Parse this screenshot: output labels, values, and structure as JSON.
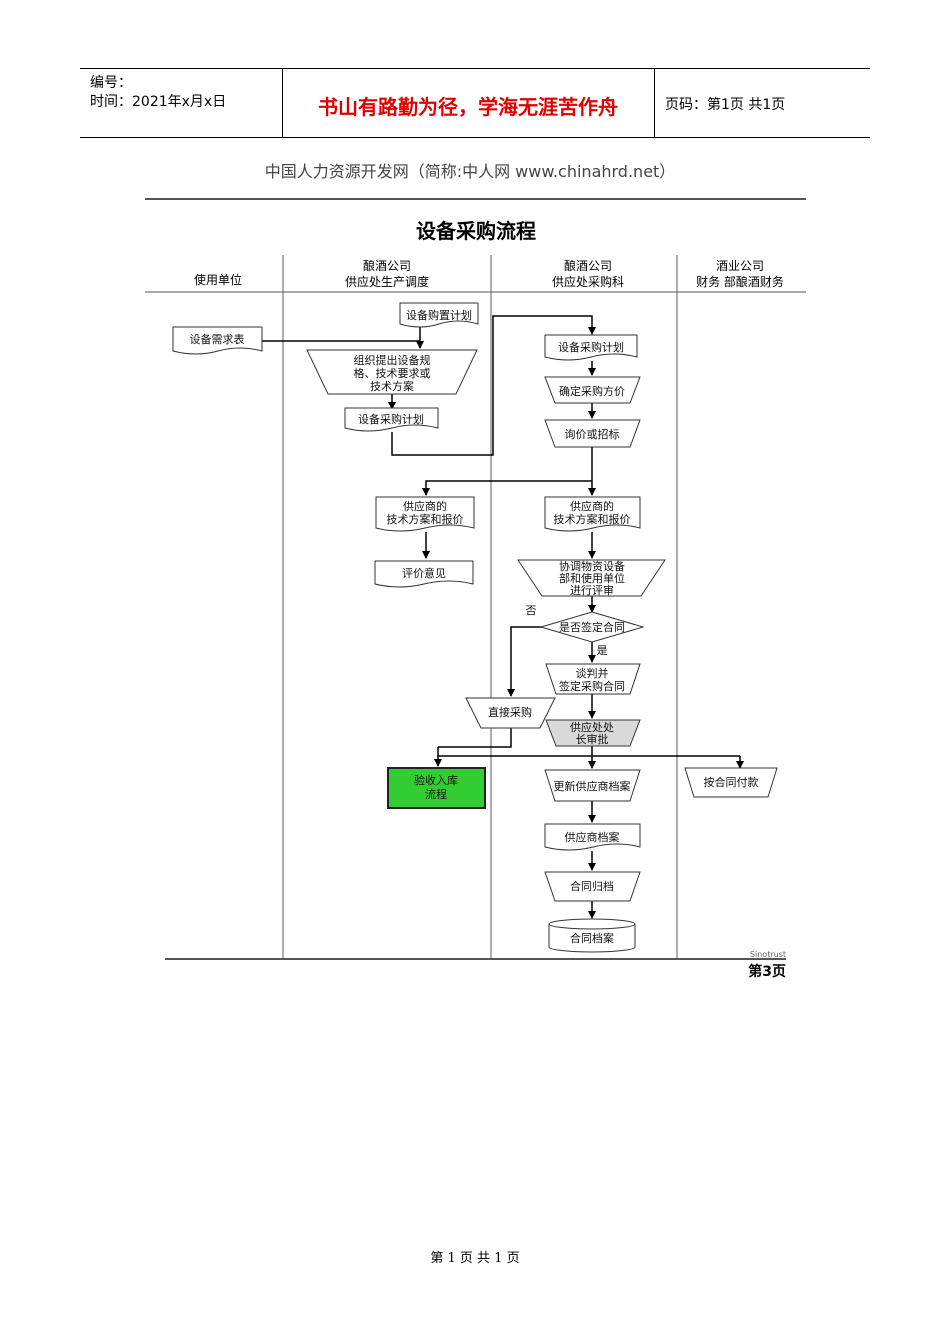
{
  "header": {
    "number_label": "编号：",
    "time_label": "时间：2021年x月x日",
    "motto": "书山有路勤为径，学海无涯苦作舟",
    "page_label": "页码：第1页  共1页"
  },
  "figure": {
    "site": "中国人力资源开发网（简称:中人网 www.chinahrd.net）",
    "title": "设备采购流程",
    "lanes": [
      {
        "line1": "",
        "line2": "使用单位"
      },
      {
        "line1": "酿酒公司",
        "line2": "供应处生产调度"
      },
      {
        "line1": "酿酒公司",
        "line2": "供应处采购科"
      },
      {
        "line1": "酒业公司",
        "line2": "财务 部酿酒财务"
      }
    ],
    "nodes": {
      "purchase_plan_top": "设备购置计划",
      "demand_table": "设备需求表",
      "spec_l1": "组织提出设备规",
      "spec_l2": "格、技术要求或",
      "spec_l3": "技术方案",
      "purchase_plan_left": "设备采购计划",
      "purchase_plan_right": "设备采购计划",
      "confirm_method": "确定采购方价",
      "inquiry": "询价或招标",
      "supplier_left_l1": "供应商的",
      "supplier_left_l2": "技术方案和报价",
      "opinion": "评价意见",
      "supplier_right_l1": "供应商的",
      "supplier_right_l2": "技术方案和报价",
      "coord_l1": "协调物资设备",
      "coord_l2": "部和使用单位",
      "coord_l3": "进行评审",
      "decision": "是否签定合同",
      "no_label": "否",
      "yes_label": "是",
      "negotiate_l1": "谈判并",
      "negotiate_l2": "签定采购合同",
      "direct_purchase": "直接采购",
      "approve_l1": "供应处处",
      "approve_l2": "长审批",
      "acceptance_l1": "验收入库",
      "acceptance_l2": "流程",
      "update_supplier": "更新供应商档案",
      "pay": "按合同付款",
      "supplier_file": "供应商档案",
      "contract_filing": "合同归档",
      "contract_archive": "合同档案"
    },
    "sinotrust": "Sinotrust",
    "page_no": "第3页",
    "colors": {
      "approve_fill": "#d9d9d9",
      "acceptance_fill": "#33cc33"
    }
  },
  "footer": {
    "text": "第 1 页 共 1 页"
  }
}
